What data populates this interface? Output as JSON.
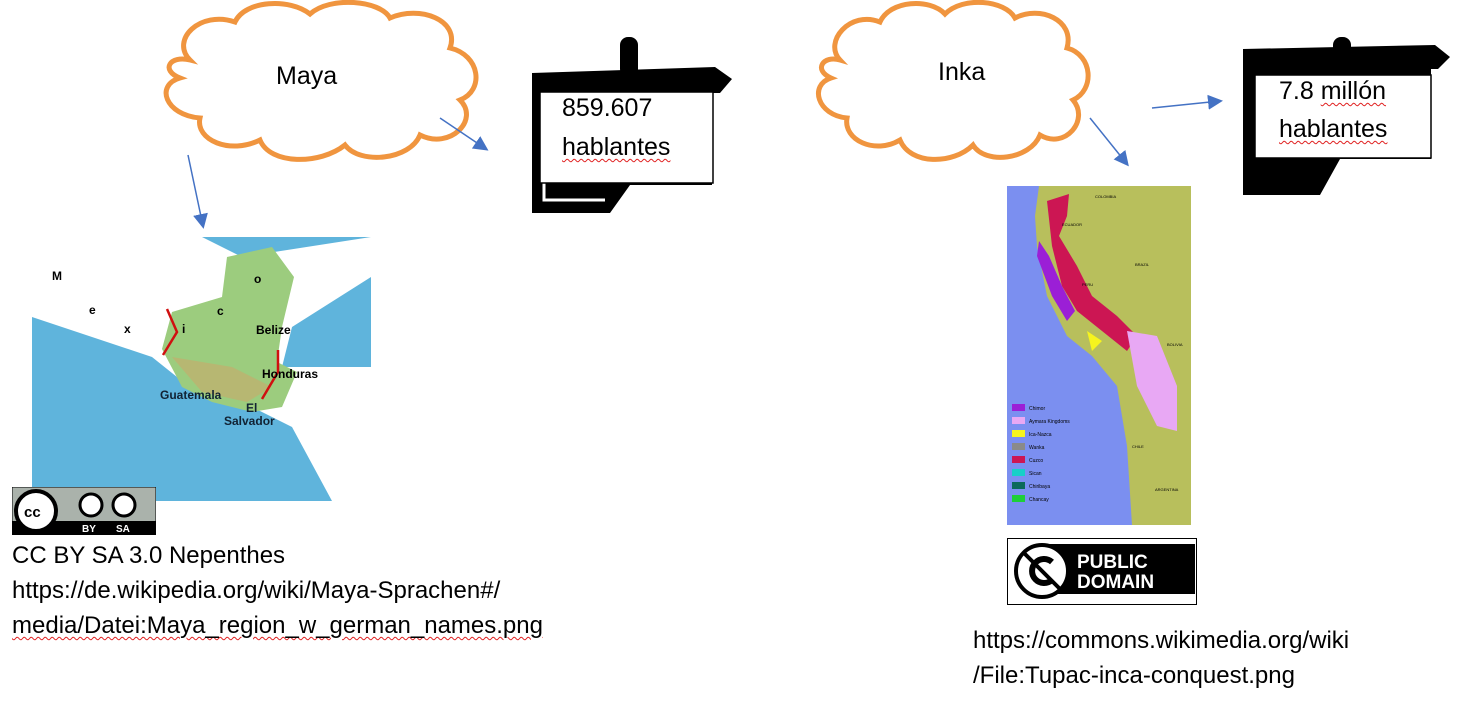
{
  "maya": {
    "title": "Maya",
    "speakers_number": "859.607",
    "speakers_label": "hablantes",
    "map_labels": [
      "M",
      "e",
      "x",
      "i",
      "c",
      "o",
      "Belize",
      "Honduras",
      "Guatemala",
      "El",
      "Salvador"
    ],
    "license_badge": {
      "cc": "cc",
      "by": "BY",
      "sa": "SA"
    },
    "credit_line1": "CC BY SA 3.0 Nepenthes",
    "credit_line2": "https://de.wikipedia.org/wiki/Maya-Sprachen#/",
    "credit_line3": "media/Datei:Maya_region_w_german_names.png"
  },
  "inka": {
    "title": "Inka",
    "speakers_number": "7.8",
    "speakers_unit": "millón",
    "speakers_label": "hablantes",
    "map_labels": [
      "COLOMBIA",
      "ECUADOR",
      "BRAZIL",
      "PERU",
      "BOLIVIA",
      "CHILE",
      "ARGENTINA"
    ],
    "legend": [
      {
        "label": "Chimor",
        "color": "#9b1fd6"
      },
      {
        "label": "Aymara Kingdoms",
        "color": "#e8a8f4"
      },
      {
        "label": "Ica-Nazca",
        "color": "#f6f41e"
      },
      {
        "label": "Wanka",
        "color": "#8a8a8a"
      },
      {
        "label": "Cuzco",
        "color": "#cc1653"
      },
      {
        "label": "Sican",
        "color": "#18cfc8"
      },
      {
        "label": "Chiribaya",
        "color": "#0c6a5a"
      },
      {
        "label": "Chancay",
        "color": "#1ecf38"
      }
    ],
    "license_badge": {
      "line1": "PUBLIC",
      "line2": "DOMAIN"
    },
    "credit_line1": "https://commons.wikimedia.org/wiki",
    "credit_line2": "/File:Tupac-inca-conquest.png"
  },
  "colors": {
    "cloud": "#f0953f",
    "arrow": "#4472c4",
    "scroll": "#000000"
  }
}
